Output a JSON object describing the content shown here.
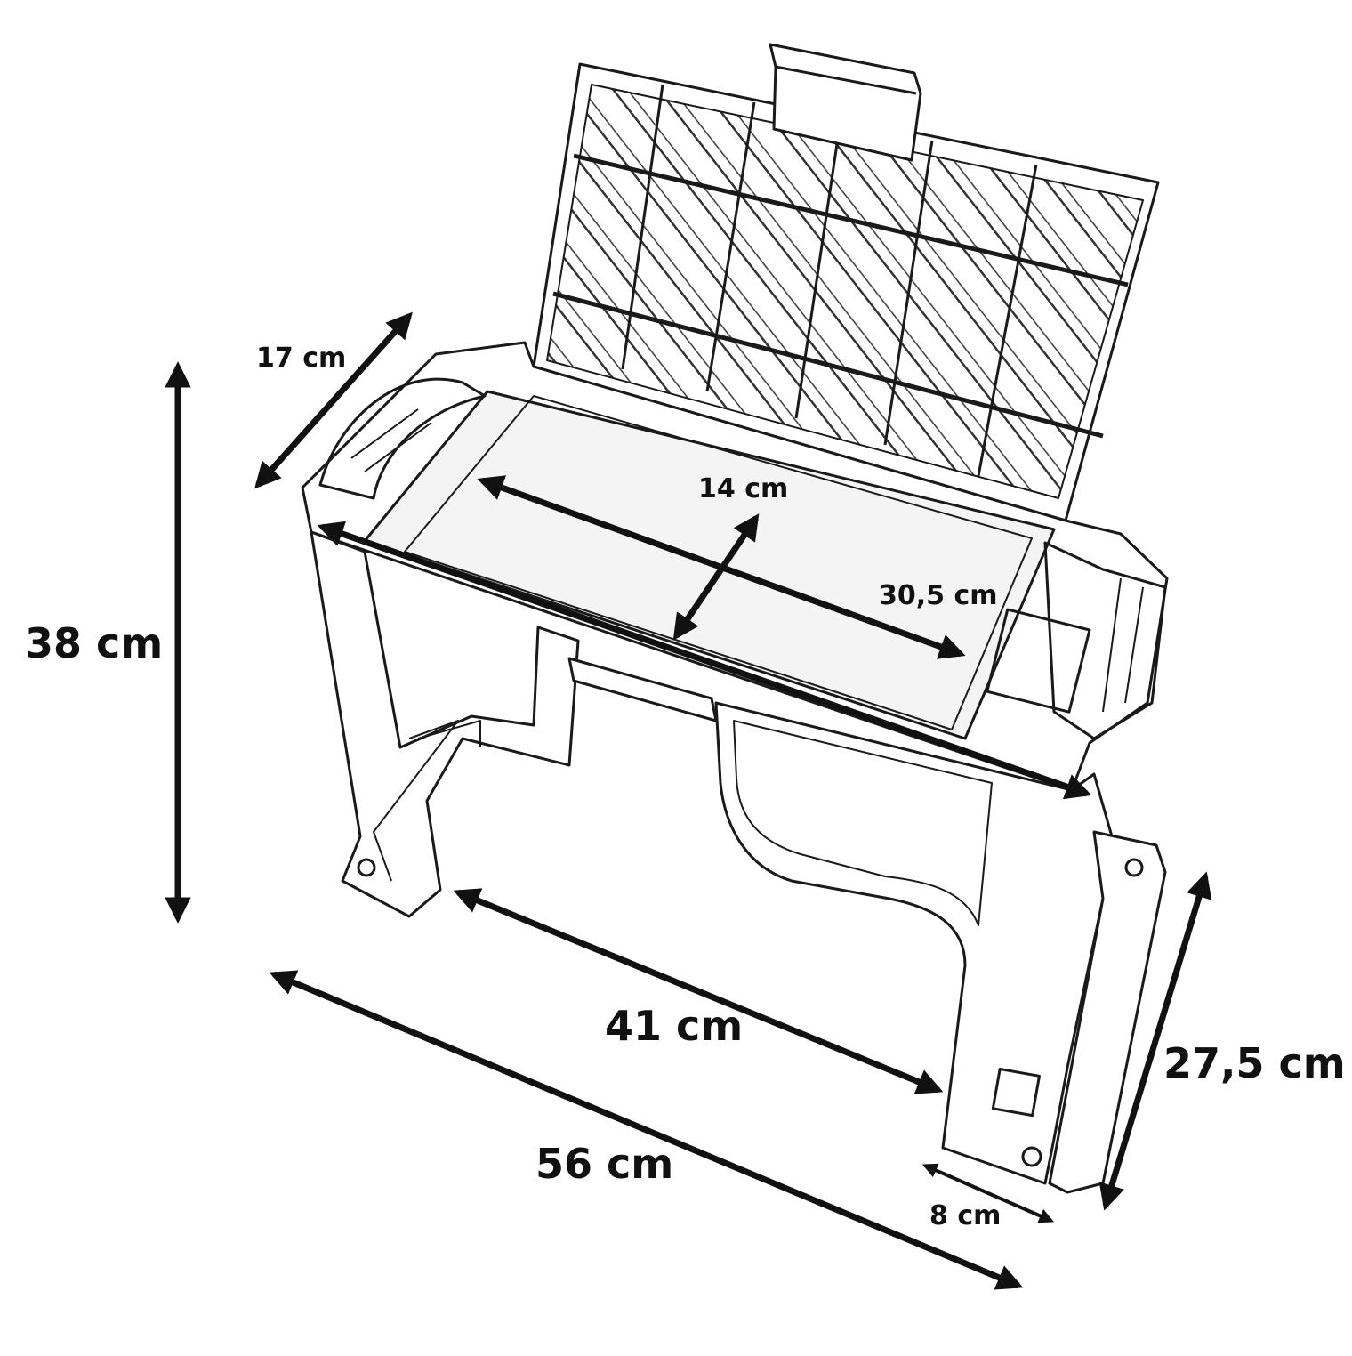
{
  "dimensions": {
    "height_total": "38 cm",
    "depth_top": "17 cm",
    "tray_depth": "14 cm",
    "tray_length": "30,5 cm",
    "leg_span": "41 cm",
    "overall_length": "56 cm",
    "foot_depth": "27,5 cm",
    "foot_width": "8 cm"
  },
  "colors": {
    "ink": "#111111",
    "background": "#ffffff"
  }
}
